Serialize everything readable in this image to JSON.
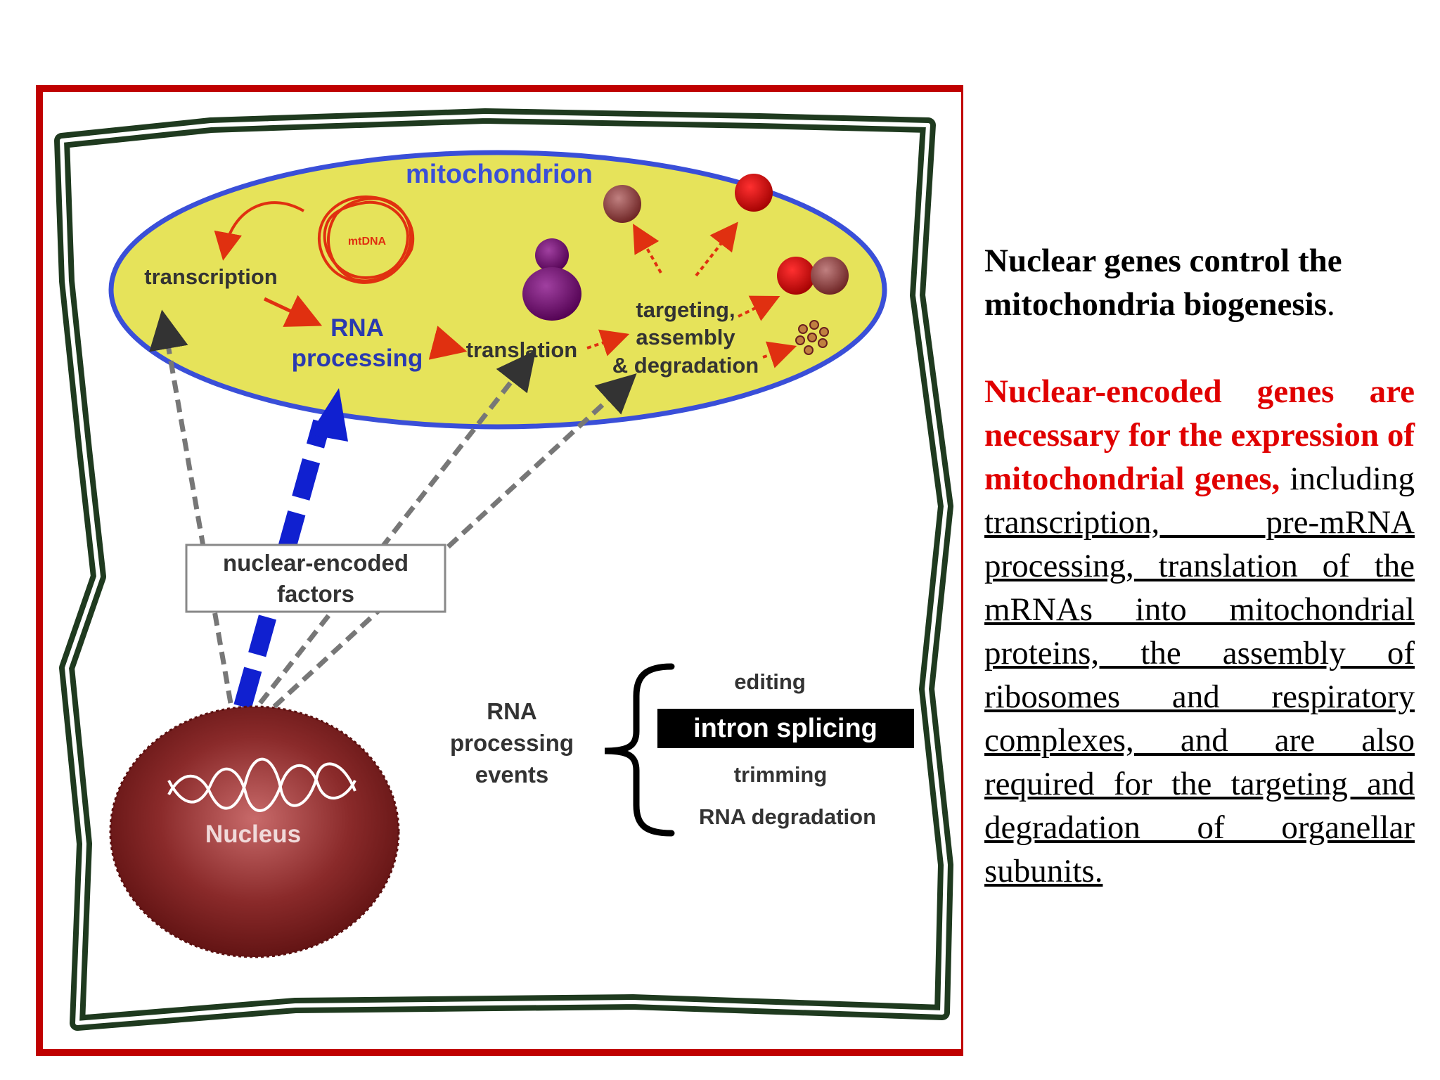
{
  "diagram": {
    "mitochondrion_label": "mitochondrion",
    "mtdna_label": "mtDNA",
    "transcription_label": "transcription",
    "rna_processing_line1": "RNA",
    "rna_processing_line2": "processing",
    "translation_label": "translation",
    "targeting_line1": "targeting,",
    "targeting_line2": "assembly",
    "targeting_line3": "& degradation",
    "factors_line1": "nuclear-encoded",
    "factors_line2": "factors",
    "nucleus_label": "Nucleus",
    "events_line1": "RNA",
    "events_line2": "processing",
    "events_line3": "events",
    "event_items": [
      "editing",
      "intron splicing",
      "trimming",
      "RNA degradation"
    ],
    "colors": {
      "frame_border": "#c00000",
      "cell_border": "#1a3a1a",
      "mito_fill": "#e6e35a",
      "mito_border": "#3a4fd8",
      "nucleus": "#7a1a1a",
      "arrow_red": "#e03010",
      "arrow_blue": "#1020d0",
      "arrow_gray": "#777777"
    }
  },
  "text_panel": {
    "heading_line": "Nuclear genes control the mitochondria biogenesis",
    "heading_period": ".",
    "red_part": "Nuclear-encoded genes are necessary for the expression of mitochondrial genes,",
    "plain_part": " including ",
    "underlined_part": "transcription, pre-mRNA processing, translation of the mRNAs into mitochondrial proteins, the assembly of ribosomes and respiratory complexes, and are also required for the targeting and degradation of organellar subunits. "
  }
}
